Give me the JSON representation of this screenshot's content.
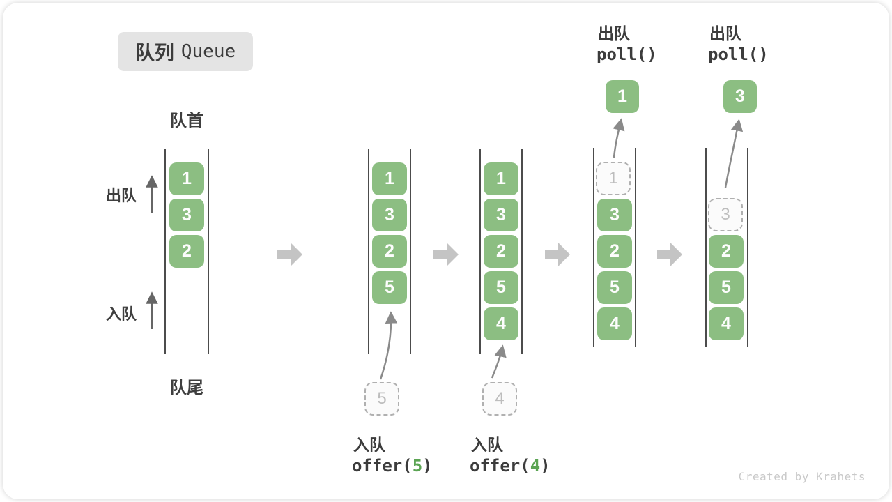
{
  "badge": {
    "zh": "队列",
    "en": "Queue"
  },
  "side_labels": {
    "front": "队首",
    "rear": "队尾",
    "dequeue": "出队",
    "enqueue": "入队"
  },
  "queues": [
    {
      "items": [
        "1",
        "3",
        "2"
      ]
    },
    {
      "items": [
        "1",
        "3",
        "2",
        "5"
      ],
      "incoming": "5"
    },
    {
      "items": [
        "1",
        "3",
        "2",
        "5",
        "4"
      ],
      "incoming": "4"
    },
    {
      "items": [
        "3",
        "2",
        "5",
        "4"
      ],
      "removed": "1",
      "result": "1"
    },
    {
      "items": [
        "2",
        "5",
        "4"
      ],
      "removed": "3",
      "result": "3"
    }
  ],
  "poll_ops": [
    {
      "label": "出队",
      "code": "poll()"
    },
    {
      "label": "出队",
      "code": "poll()"
    }
  ],
  "offer_ops": [
    {
      "label": "入队",
      "fn_open": "offer(",
      "arg": "5",
      "fn_close": ")"
    },
    {
      "label": "入队",
      "fn_open": "offer(",
      "arg": "4",
      "fn_close": ")"
    }
  ],
  "watermark": "Created by Krahets",
  "colors": {
    "element_green": "#8CBE82",
    "code_arg_green": "#5BA453",
    "badge_bg": "#E4E4E4",
    "text_dark": "#3C3C3C",
    "flow_arrow_gray": "#C4C4C4",
    "curve_arrow_gray": "#8A8A8A",
    "dashed_border_gray": "#B0B0B0",
    "wall_dark": "#4C4C4C",
    "watermark_gray": "#C9C9C9"
  }
}
